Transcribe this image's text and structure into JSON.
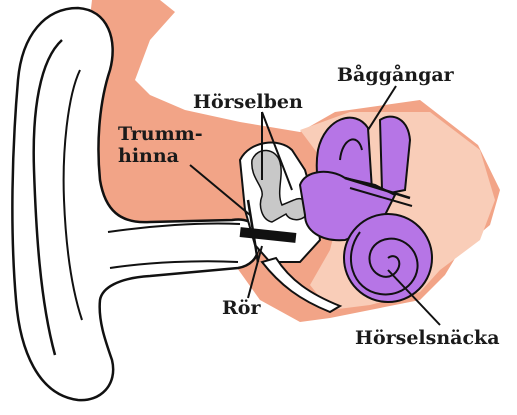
{
  "labels": {
    "baggangar": "Båggångar",
    "horselben": "Hörselben",
    "trummhinna_line1": "Trumm-",
    "trummhinna_line2": "hinna",
    "ror": "Rör",
    "horselsnacka": "Hörselsnäcka"
  },
  "colors": {
    "skin": "#f2a487",
    "skin_light": "#f9cdb8",
    "inner_ear": "#b675e6",
    "ossicles": "#c8c8c8",
    "outline": "#111111"
  }
}
